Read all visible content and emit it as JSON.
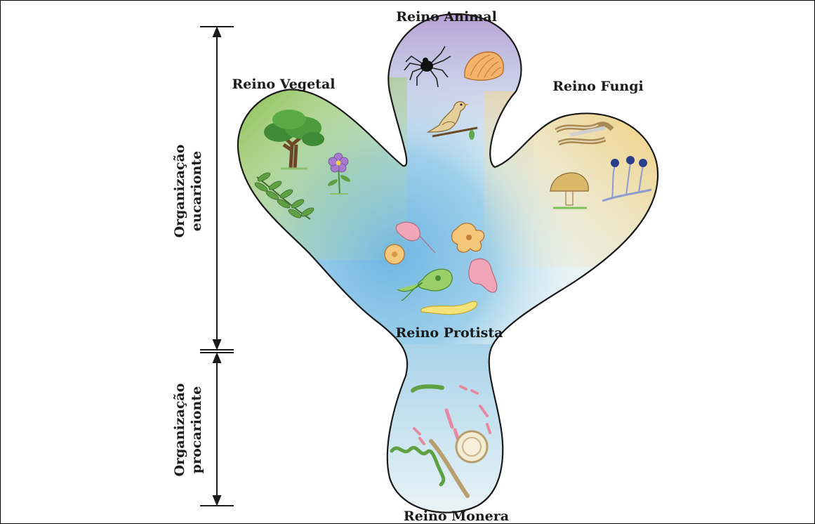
{
  "kingdoms": {
    "animal": "Reino Animal",
    "vegetal": "Reino Vegetal",
    "fungi": "Reino Fungi",
    "protista": "Reino Protista",
    "monera": "Reino Monera"
  },
  "organization": {
    "eukaryote": {
      "line1": "Organização",
      "line2": "eucarionte"
    },
    "prokaryote": {
      "line1": "Organização",
      "line2": "procarionte"
    }
  },
  "colors": {
    "animal": "#b79bd0",
    "vegetal": "#8cc04b",
    "fungi": "#f0c868",
    "protista": "#7ec0e4",
    "monera": "#d8eef4",
    "outline": "#1a1a1a"
  },
  "icons": [
    "spider-icon",
    "shell-icon",
    "bird-icon",
    "tree-icon",
    "leaf-branch-icon",
    "flower-icon",
    "mushroom-icon",
    "mold-icon",
    "protist-icon",
    "bacteria-icon"
  ]
}
